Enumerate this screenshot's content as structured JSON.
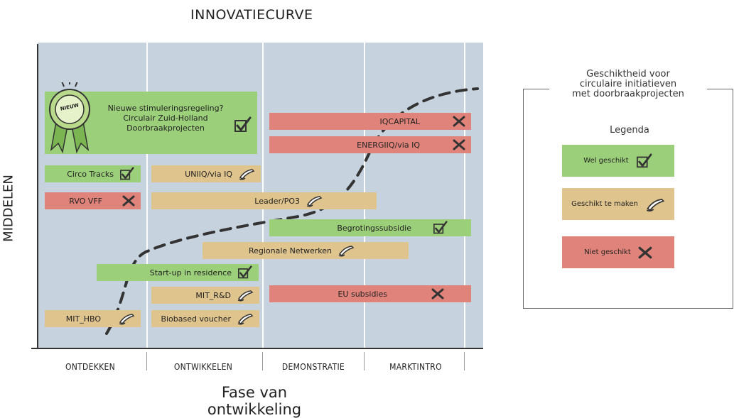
{
  "title": "INNOVATIECURVE",
  "y_axis_label": "MIDDELEN",
  "x_axis_label": "Fase van ontwikkeling",
  "phases": [
    "ONTDEKKEN",
    "ONTWIKKELEN",
    "DEMONSTRATIE",
    "MARKTINTRO"
  ],
  "featured": {
    "badge": "NIEUW",
    "line1": "Nieuwe stimuleringsregeling?",
    "line2": "Circulair Zuid-Holland",
    "line3": "Doorbraakprojecten",
    "status": "Wel geschikt"
  },
  "instruments": [
    {
      "label": "IQCAPITAL",
      "status": "Niet geschikt",
      "color": "#e0837a"
    },
    {
      "label": "ENERGIIQ/via IQ",
      "status": "Niet geschikt",
      "color": "#e0837a"
    },
    {
      "label": "Circo Tracks",
      "status": "Wel geschikt",
      "color": "#9ccf7a"
    },
    {
      "label": "UNIIQ/via IQ",
      "status": "Geschikt te maken",
      "color": "#dfc48e"
    },
    {
      "label": "RVO VFF",
      "status": "Niet geschikt",
      "color": "#e0837a"
    },
    {
      "label": "Leader/PO3",
      "status": "Geschikt te maken",
      "color": "#dfc48e"
    },
    {
      "label": "Begrotingssubsidie",
      "status": "Wel geschikt",
      "color": "#9ccf7a"
    },
    {
      "label": "Regionale Netwerken",
      "status": "Geschikt te maken",
      "color": "#dfc48e"
    },
    {
      "label": "Start-up in residence",
      "status": "Wel geschikt",
      "color": "#9ccf7a"
    },
    {
      "label": "MIT_R&D",
      "status": "Geschikt te maken",
      "color": "#dfc48e"
    },
    {
      "label": "EU subsidies",
      "status": "Niet geschikt",
      "color": "#e0837a"
    },
    {
      "label": "MIT_HBO",
      "status": "Geschikt te maken",
      "color": "#dfc48e"
    },
    {
      "label": "Biobased voucher",
      "status": "Geschikt te maken",
      "color": "#dfc48e"
    }
  ],
  "legend": {
    "title_line1": "Geschiktheid voor",
    "title_line2": "circulaire initiatieven",
    "title_line3": "met doorbraakprojecten",
    "heading": "Legenda",
    "items": [
      {
        "label": "Wel geschikt",
        "color": "#9ccf7a",
        "icon": "check-icon"
      },
      {
        "label": "Geschikt te maken",
        "color": "#dfc48e",
        "icon": "pencil-icon"
      },
      {
        "label": "Niet geschikt",
        "color": "#e0837a",
        "icon": "cross-icon"
      }
    ]
  }
}
